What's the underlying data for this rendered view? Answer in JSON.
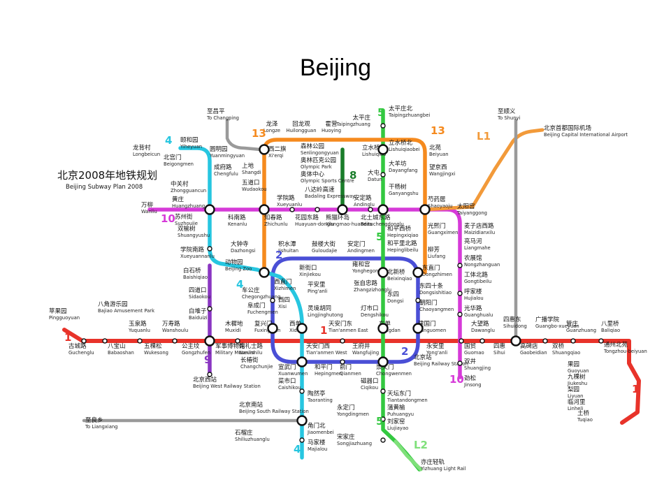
{
  "slide": {
    "title": "Beijing"
  },
  "map": {
    "title_cn": "北京2008年地铁规划",
    "title_en": "Beijing Subway Plan 2008",
    "lines": [
      {
        "id": "1",
        "label": "1",
        "color": "#e8332a"
      },
      {
        "id": "2",
        "label": "2",
        "color": "#4a4fd6"
      },
      {
        "id": "4",
        "label": "4",
        "color": "#27c6e0"
      },
      {
        "id": "5",
        "label": "5",
        "color": "#33c840"
      },
      {
        "id": "8",
        "label": "8",
        "color": "#1a7d2a"
      },
      {
        "id": "9",
        "label": "9",
        "color": "#8a36c2"
      },
      {
        "id": "10",
        "label": "10",
        "color": "#d63ad8"
      },
      {
        "id": "13",
        "label": "13",
        "color": "#f58a1e"
      },
      {
        "id": "L1",
        "label": "L1",
        "color": "#f29a3a"
      },
      {
        "id": "L2",
        "label": "L2",
        "color": "#7fe07a"
      },
      {
        "id": "gray",
        "label": "",
        "color": "#9a9a9a"
      }
    ],
    "labels": [
      {
        "key": "to_changping",
        "cn": "至昌平",
        "en": "To Changping"
      },
      {
        "key": "longze",
        "cn": "龙泽",
        "en": "Longze"
      },
      {
        "key": "huilongguan",
        "cn": "回龙观",
        "en": "Huilongguan"
      },
      {
        "key": "huoying",
        "cn": "霍营",
        "en": "Huoying"
      },
      {
        "key": "taipingzhuangbei",
        "cn": "太平庄北",
        "en": "Taipingzhuangbei"
      },
      {
        "key": "taipingzhuang",
        "cn": "太平庄",
        "en": "Taipingzhuang"
      },
      {
        "key": "to_shunyi",
        "cn": "至顺义",
        "en": "To Shunyi"
      },
      {
        "key": "airport",
        "cn": "北京首都国际机场",
        "en": "Beijing Capital International Airport"
      },
      {
        "key": "yiheyuan",
        "cn": "颐和园",
        "en": "Yiheyuan"
      },
      {
        "key": "longbeicun",
        "cn": "龙背村",
        "en": "Longbeicun"
      },
      {
        "key": "beigongmen",
        "cn": "北宫门",
        "en": "Beigongmen"
      },
      {
        "key": "yuanmingyuan",
        "cn": "圆明园",
        "en": "Yuanmingyuan"
      },
      {
        "key": "xierqi",
        "cn": "西二旗",
        "en": "Xi'erqi"
      },
      {
        "key": "senlingongyuan",
        "cn": "森林公园",
        "en": "Senlingongyuan"
      },
      {
        "key": "olympic_park",
        "cn": "奥林匹克公园",
        "en": "Olympic Park"
      },
      {
        "key": "olympic_sports",
        "cn": "奥体中心",
        "en": "Olympic Sports Centre"
      },
      {
        "key": "lishuiqiao",
        "cn": "立水桥",
        "en": "Lishuiqiao"
      },
      {
        "key": "lishuiqiaobei",
        "cn": "立水桥北",
        "en": "Lishuiqiaobei"
      },
      {
        "key": "beiyuan",
        "cn": "北苑",
        "en": "Beiyuan"
      },
      {
        "key": "dayangfang",
        "cn": "大羊坊",
        "en": "Dayangfang"
      },
      {
        "key": "wangjingxi",
        "cn": "望京西",
        "en": "Wangjingxi"
      },
      {
        "key": "chengfulu",
        "cn": "成府路",
        "en": "Chengfulu"
      },
      {
        "key": "shangdi",
        "cn": "上地",
        "en": "Shangdi"
      },
      {
        "key": "datun",
        "cn": "大屯",
        "en": "Datun"
      },
      {
        "key": "zhongguancun",
        "cn": "中关村",
        "en": "Zhongguancun"
      },
      {
        "key": "wudaokou",
        "cn": "五道口",
        "en": "Wudaokou"
      },
      {
        "key": "ganyangshu",
        "cn": "干杨树",
        "en": "Ganyangshu"
      },
      {
        "key": "badaling",
        "cn": "八达岭高速",
        "en": "Badaling Expressway"
      },
      {
        "key": "wanliu",
        "cn": "万柳",
        "en": "Wanliu"
      },
      {
        "key": "huangzhuang",
        "cn": "黄庄",
        "en": "Huangzhuang"
      },
      {
        "key": "xueyuanlu",
        "cn": "学院路",
        "en": "Xueyuanlu"
      },
      {
        "key": "andinglu",
        "cn": "安定路",
        "en": "Andinglu"
      },
      {
        "key": "shaoyaoju",
        "cn": "芍药居",
        "en": "Shaoyaoju"
      },
      {
        "key": "taiyanggong",
        "cn": "太阳宫",
        "en": "Taiyanggong"
      },
      {
        "key": "suzhoujie",
        "cn": "苏州街",
        "en": "Suzhoujie"
      },
      {
        "key": "kenanlu",
        "cn": "科南路",
        "en": "Kenanlu"
      },
      {
        "key": "zhichunlu",
        "cn": "知春路",
        "en": "Zhichunlu"
      },
      {
        "key": "huayuandonglu",
        "cn": "花园东路",
        "en": "Huayuan-donglu"
      },
      {
        "key": "xiongmaohuandao",
        "cn": "熊猫环岛",
        "en": "Xiongmao-huandao"
      },
      {
        "key": "beitucheng",
        "cn": "北土城东路",
        "en": "Beituchengdonglu"
      },
      {
        "key": "maizidian",
        "cn": "麦子店西路",
        "en": "Maizidianxilu"
      },
      {
        "key": "shuangyushu",
        "cn": "双榆树",
        "en": "Shuangyushu"
      },
      {
        "key": "hepingxiqiao",
        "cn": "和平西桥",
        "en": "Hepingxiqiao"
      },
      {
        "key": "guangximen",
        "cn": "光熙门",
        "en": "Guangximen"
      },
      {
        "key": "liangmahe",
        "cn": "亮马河",
        "en": "Liangmahe"
      },
      {
        "key": "jishuitan",
        "cn": "积水潭",
        "en": "Jishuitan"
      },
      {
        "key": "guloudajie",
        "cn": "鼓楼大街",
        "en": "Guloudajie"
      },
      {
        "key": "andingmen",
        "cn": "安定门",
        "en": "Andingmen"
      },
      {
        "key": "hepinglibeilu",
        "cn": "和平里北路",
        "en": "Hepinglibeilu"
      },
      {
        "key": "liufang",
        "cn": "柳芳",
        "en": "Liufang"
      },
      {
        "key": "xueyuannanlu",
        "cn": "学院南路",
        "en": "Xueyuannanlu"
      },
      {
        "key": "dazhongsi",
        "cn": "大钟寺",
        "en": "Dazhongsi"
      },
      {
        "key": "yonghegong",
        "cn": "雍和宫",
        "en": "Yonghegong"
      },
      {
        "key": "nongzhanguan",
        "cn": "农展馆",
        "en": "Nongzhanguan"
      },
      {
        "key": "beijingzoo",
        "cn": "动物园",
        "en": "Beijing Zoo"
      },
      {
        "key": "beixinqiao",
        "cn": "北新桥",
        "en": "Beixinqiao"
      },
      {
        "key": "dongzhimen",
        "cn": "东直门",
        "en": "Dongzhimen"
      },
      {
        "key": "gongtibeilu",
        "cn": "工体北路",
        "en": "Gongtibeilu"
      },
      {
        "key": "baishiqiao",
        "cn": "白石桥",
        "en": "Baishiqiao"
      },
      {
        "key": "xinjiekou",
        "cn": "新街口",
        "en": "Xinjiekou"
      },
      {
        "key": "pinganli",
        "cn": "平安里",
        "en": "Ping'anli"
      },
      {
        "key": "zhangzizhonglu",
        "cn": "张自忠路",
        "en": "Zhangzizhonglu"
      },
      {
        "key": "dongsishitiao",
        "cn": "东四十条",
        "en": "Dongsishitiao"
      },
      {
        "key": "hujialou",
        "cn": "呼家楼",
        "en": "Hujialou"
      },
      {
        "key": "xizhimen",
        "cn": "西直门",
        "en": "Xizhimen"
      },
      {
        "key": "sidaokou",
        "cn": "四道口",
        "en": "Sidaokou"
      },
      {
        "key": "chegongzhuang",
        "cn": "车公庄",
        "en": "Chegongzhuang"
      },
      {
        "key": "xisi",
        "cn": "西四",
        "en": "Xisi"
      },
      {
        "key": "dongsi",
        "cn": "东四",
        "en": "Dongsi"
      },
      {
        "key": "chaoyangmen",
        "cn": "朝阳门",
        "en": "Chaoyangmen"
      },
      {
        "key": "guanghualu",
        "cn": "光华路",
        "en": "Guanghualu"
      },
      {
        "key": "baiduizi",
        "cn": "白堆子",
        "en": "Baiduizi"
      },
      {
        "key": "fuchengmen",
        "cn": "阜成门",
        "en": "Fuchengmen"
      },
      {
        "key": "lingjinghutong",
        "cn": "灵境胡同",
        "en": "Lingjinghutong"
      },
      {
        "key": "dengshikou",
        "cn": "灯市口",
        "en": "Dengshikou"
      },
      {
        "key": "pingguoyuan",
        "cn": "苹果园",
        "en": "Pingguoyuan"
      },
      {
        "key": "bajiao",
        "cn": "八角游乐园",
        "en": "Bajiao Amusement Park"
      },
      {
        "key": "yuquanlu",
        "cn": "玉泉路",
        "en": "Yuquanlu"
      },
      {
        "key": "wanshoulu",
        "cn": "万寿路",
        "en": "Wanshoulu"
      },
      {
        "key": "muxidi",
        "cn": "木樨地",
        "en": "Muxidi"
      },
      {
        "key": "fuxingmen",
        "cn": "复兴门",
        "en": "Fuxingmen"
      },
      {
        "key": "xidan",
        "cn": "西单",
        "en": "Xidan"
      },
      {
        "key": "tiananmen_east",
        "cn": "天安门东",
        "en": "Tian'anmen East"
      },
      {
        "key": "dongdan",
        "cn": "东单",
        "en": "Dongdan"
      },
      {
        "key": "jianguomen",
        "cn": "建国门",
        "en": "Jianguomen"
      },
      {
        "key": "sihuidong",
        "cn": "四惠东",
        "en": "Sihuidong"
      },
      {
        "key": "guangbo",
        "cn": "广播学院",
        "en": "Guangbo-xueyuan"
      },
      {
        "key": "guanzhuang",
        "cn": "管庄",
        "en": "Guanzhuang"
      },
      {
        "key": "baliqiao",
        "cn": "八里桥",
        "en": "Baliqiao"
      },
      {
        "key": "dawanglu",
        "cn": "大望路",
        "en": "Dawanglu"
      },
      {
        "key": "gucheng",
        "cn": "古城路",
        "en": "Guchenglu"
      },
      {
        "key": "babaoshan",
        "cn": "八宝山",
        "en": "Babaoshan"
      },
      {
        "key": "wukesong",
        "cn": "五棵松",
        "en": "Wukesong"
      },
      {
        "key": "gongzhufen",
        "cn": "公主坟",
        "en": "Gongzhufen"
      },
      {
        "key": "military_museum",
        "cn": "军事博物馆",
        "en": "Military Museum"
      },
      {
        "key": "nanlishilu",
        "cn": "南礼士路",
        "en": "Nanlishilu"
      },
      {
        "key": "tiananmen_west",
        "cn": "天安门西",
        "en": "Tian'anmen West"
      },
      {
        "key": "wangfujing",
        "cn": "王府井",
        "en": "Wangfujing"
      },
      {
        "key": "yonganli",
        "cn": "永安里",
        "en": "Yong'anli"
      },
      {
        "key": "guomao",
        "cn": "国贸",
        "en": "Guomao"
      },
      {
        "key": "sihui",
        "cn": "四惠",
        "en": "Sihui"
      },
      {
        "key": "gaobeidian",
        "cn": "高碑店",
        "en": "Gaobeidian"
      },
      {
        "key": "shuangqiao",
        "cn": "双桥",
        "en": "Shuangqiao"
      },
      {
        "key": "tongzhoubeiyuan",
        "cn": "通州北苑",
        "en": "Tongzhou-beiyuan"
      },
      {
        "key": "changchunjie",
        "cn": "长椿街",
        "en": "Changchunjie"
      },
      {
        "key": "xuanwumen",
        "cn": "宣武门",
        "en": "Xuanwumen"
      },
      {
        "key": "hepingmen",
        "cn": "和平门",
        "en": "Hepingmen"
      },
      {
        "key": "qianmen",
        "cn": "前门",
        "en": "Qianmen"
      },
      {
        "key": "chongwenmen",
        "cn": "崇文门",
        "en": "Chongwenmen"
      },
      {
        "key": "beijing_station",
        "cn": "北京站",
        "en": "Beijing Railway Station"
      },
      {
        "key": "shuangjing",
        "cn": "双井",
        "en": "Shuangjing"
      },
      {
        "key": "jinsong",
        "cn": "劲松",
        "en": "Jinsong"
      },
      {
        "key": "guoyuan",
        "cn": "果园",
        "en": "Guoyuan"
      },
      {
        "key": "jiukeshu",
        "cn": "九棵树",
        "en": "Jiukeshu"
      },
      {
        "key": "liyuan",
        "cn": "梨园",
        "en": "Liyuan"
      },
      {
        "key": "linheli",
        "cn": "临河里",
        "en": "Linheli"
      },
      {
        "key": "tuqiao",
        "cn": "土桥",
        "en": "Tuqiao"
      },
      {
        "key": "beijing_west",
        "cn": "北京西站",
        "en": "Beijing West Railway Station"
      },
      {
        "key": "caishikou",
        "cn": "菜市口",
        "en": "Caishikou"
      },
      {
        "key": "taoranting",
        "cn": "陶然亭",
        "en": "Taoranting"
      },
      {
        "key": "ciqikou",
        "cn": "磁器口",
        "en": "Ciqikou"
      },
      {
        "key": "tiantandongmen",
        "cn": "天坛东门",
        "en": "Tiantandongmen"
      },
      {
        "key": "puhuangyu",
        "cn": "蒲黄榆",
        "en": "Puhuangyu"
      },
      {
        "key": "beijing_south",
        "cn": "北京南站",
        "en": "Beijing South Railway Station"
      },
      {
        "key": "yongdingmen",
        "cn": "永定门",
        "en": "Yongdingmen"
      },
      {
        "key": "liujiayao",
        "cn": "刘家窑",
        "en": "Liujiayao"
      },
      {
        "key": "to_liangxiang",
        "cn": "至良乡",
        "en": "To Liangxiang"
      },
      {
        "key": "shiliuzhuang",
        "cn": "石榴庄",
        "en": "Shiliuzhuanglu"
      },
      {
        "key": "jiaomenbei",
        "cn": "角门北",
        "en": "Jiaomenbei"
      },
      {
        "key": "majialou",
        "cn": "马家楼",
        "en": "Majialou"
      },
      {
        "key": "songjiazhuang",
        "cn": "宋家庄",
        "en": "Songjiazhuang"
      },
      {
        "key": "yizhuang",
        "cn": "亦庄轻轨",
        "en": "Yizhuang Light Rail"
      }
    ]
  }
}
